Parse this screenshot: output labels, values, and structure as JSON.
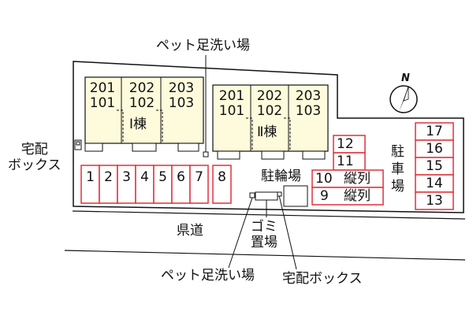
{
  "building1": {
    "name": "Ⅰ棟",
    "rooms": [
      {
        "upper": "201",
        "lower": "101"
      },
      {
        "upper": "202",
        "lower": "102"
      },
      {
        "upper": "203",
        "lower": "103"
      }
    ]
  },
  "building2": {
    "name": "Ⅱ棟",
    "rooms": [
      {
        "upper": "201",
        "lower": "101"
      },
      {
        "upper": "202",
        "lower": "102"
      },
      {
        "upper": "203",
        "lower": "103"
      }
    ]
  },
  "parking_left": [
    "1",
    "2",
    "3",
    "4",
    "5",
    "6",
    "7"
  ],
  "parking_8": "8",
  "parking_mid": [
    "12",
    "11"
  ],
  "parking_tandem": [
    {
      "num": "10",
      "note": "縦列"
    },
    {
      "num": "9",
      "note": "縦列"
    }
  ],
  "parking_right": [
    "17",
    "16",
    "15",
    "14",
    "13"
  ],
  "labels": {
    "pet_wash_top": "ペット足洗い場",
    "pet_wash_bottom": "ペット足洗い場",
    "delivery_box_left": "宅配\nボックス",
    "delivery_box_bottom": "宅配ボックス",
    "bicycle_parking": "駐輪場",
    "garbage": "ゴミ\n置場",
    "parking_lot": "駐\n車\n場",
    "prefectural_road": "県道",
    "north": "N"
  },
  "colors": {
    "building_fill": "#fdfbdc",
    "parking_border": "#e0303c",
    "parking_fill": "#ffffff",
    "site_fill": "#ffffff",
    "outline": "#111111"
  }
}
